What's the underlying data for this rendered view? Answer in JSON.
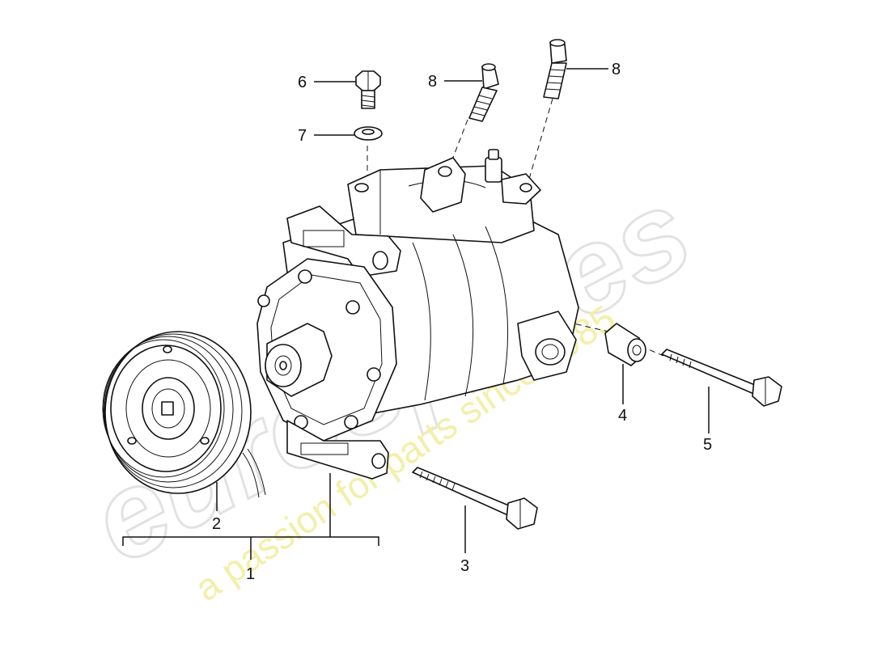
{
  "watermark": {
    "brand": "eurospares",
    "tagline": "a passion for parts since 1985"
  },
  "callouts": {
    "c1": "1",
    "c2": "2",
    "c3": "3",
    "c4": "4",
    "c5": "5",
    "c6": "6",
    "c7": "7",
    "c8a": "8",
    "c8b": "8"
  },
  "parts": [
    {
      "ref": "1",
      "name": "compressor-assembly"
    },
    {
      "ref": "2",
      "name": "magnetic-clutch-pulley"
    },
    {
      "ref": "3",
      "name": "long-hex-bolt"
    },
    {
      "ref": "4",
      "name": "spacer-sleeve"
    },
    {
      "ref": "5",
      "name": "hex-bolt"
    },
    {
      "ref": "6",
      "name": "hex-screw"
    },
    {
      "ref": "7",
      "name": "sealing-washer"
    },
    {
      "ref": "8",
      "name": "socket-head-screw"
    }
  ]
}
